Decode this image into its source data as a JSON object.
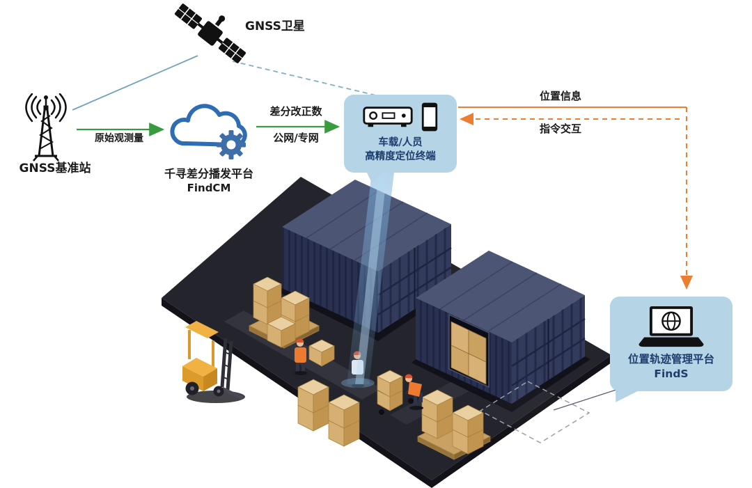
{
  "satellite_label": "GNSS卫星",
  "base_station_label": "GNSS基准站",
  "cloud_platform": {
    "name": "千寻差分播发平台",
    "product": "FindCM"
  },
  "flow": {
    "raw_observation": "原始观测量",
    "correction_line1": "差分改正数",
    "correction_line2": "公网/专网",
    "position_info": "位置信息",
    "command_interaction": "指令交互"
  },
  "terminal": {
    "line1": "车载/人员",
    "line2": "高精度定位终端"
  },
  "management_platform": {
    "name": "位置轨迹管理平台",
    "product": "FindS"
  },
  "icons": {
    "satellite": "gnss-satellite-icon",
    "base_station": "radio-tower-icon",
    "cloud": "cloud-gear-icon",
    "receiver": "vehicle-receiver-icon",
    "phone": "smartphone-icon",
    "laptop": "laptop-globe-icon"
  },
  "colors": {
    "link_green": "#3a9a3f",
    "link_orange": "#ed7d31",
    "link_teal": "#6fa3b8",
    "bubble_bg": "#b5d4e6",
    "bubble_text": "#1e3c6e",
    "cloud_blue": "#2e6db4",
    "container_navy": "#2a3150",
    "carton_tan": "#d6af72",
    "forklift_yellow": "#f0b242",
    "beam_blue": "#7ab2de"
  }
}
